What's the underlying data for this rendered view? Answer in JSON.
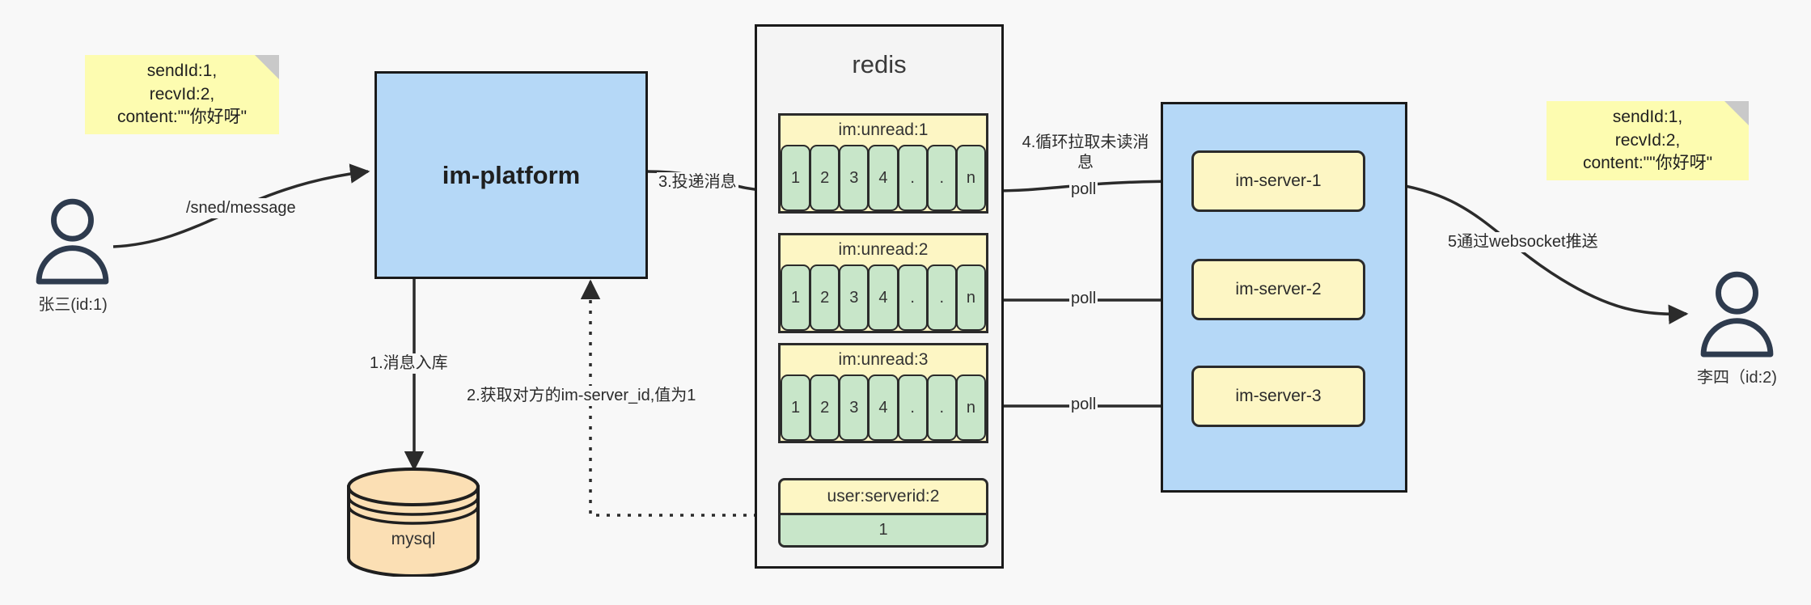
{
  "diagram": {
    "title": "IM message delivery architecture",
    "background": "#f8f8f8",
    "colors": {
      "note": "#fdfcb0",
      "note_fold": "#c9c9c9",
      "blue_box": "#b5d8f7",
      "yellow_box": "#fdf6c4",
      "green_cell": "#c8e6c9",
      "db_fill": "#fbdfb4",
      "stroke": "#1f1f1f",
      "person": "#2e3b4e"
    }
  },
  "notes": {
    "left": {
      "name": "message-payload-note-left",
      "lines": [
        "sendId:1,",
        "recvId:2,",
        "content:\"\"你好呀\""
      ]
    },
    "right": {
      "name": "message-payload-note-right",
      "lines": [
        "sendId:1,",
        "recvId:2,",
        "content:\"\"你好呀\""
      ]
    }
  },
  "actors": {
    "sender": {
      "icon": "user-icon",
      "label": "张三(id:1)"
    },
    "receiver": {
      "icon": "user-icon",
      "label": "李四（id:2)"
    }
  },
  "platform": {
    "label": "im-platform"
  },
  "database": {
    "icon": "database-cylinder-icon",
    "label": "mysql"
  },
  "redis": {
    "title": "redis",
    "queues": [
      {
        "key": "im:unread:1",
        "cells": [
          "1",
          "2",
          "3",
          "4",
          ".",
          ".",
          "n"
        ]
      },
      {
        "key": "im:unread:2",
        "cells": [
          "1",
          "2",
          "3",
          "4",
          ".",
          ".",
          "n"
        ]
      },
      {
        "key": "im:unread:3",
        "cells": [
          "1",
          "2",
          "3",
          "4",
          ".",
          ".",
          "n"
        ]
      }
    ],
    "kv": {
      "key": "user:serverid:2",
      "value": "1"
    }
  },
  "cluster": {
    "servers": [
      {
        "label": "im-server-1"
      },
      {
        "label": "im-server-2"
      },
      {
        "label": "im-server-3"
      }
    ]
  },
  "edge_labels": {
    "send_message": "/sned/message",
    "step1": "1.消息入库",
    "step2": "2.获取对方的im-server_id,值为1",
    "step3": "3.投递消息",
    "step4": "4.循环拉取未读消息",
    "poll1": "poll",
    "poll2": "poll",
    "poll3": "poll",
    "step5": "5通过websocket推送"
  }
}
